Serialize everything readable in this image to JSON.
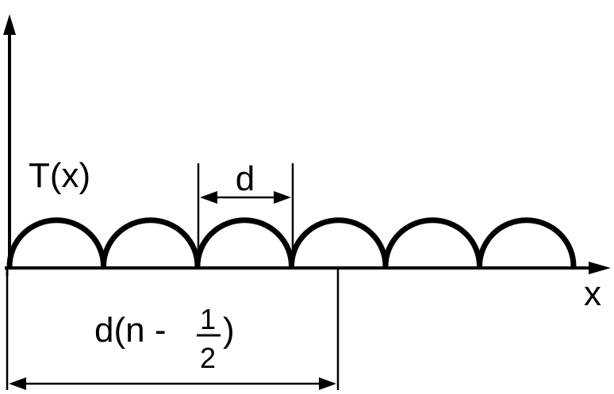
{
  "diagram": {
    "y_axis_label": "T(x)",
    "x_axis_label": "x",
    "period_label": "d",
    "offset_label_prefix": "d(n - ",
    "fraction_numerator": "1",
    "fraction_denominator": "2",
    "offset_label_suffix": ")",
    "arch_count": 6,
    "line_color": "#000000",
    "background_color": "#ffffff"
  }
}
